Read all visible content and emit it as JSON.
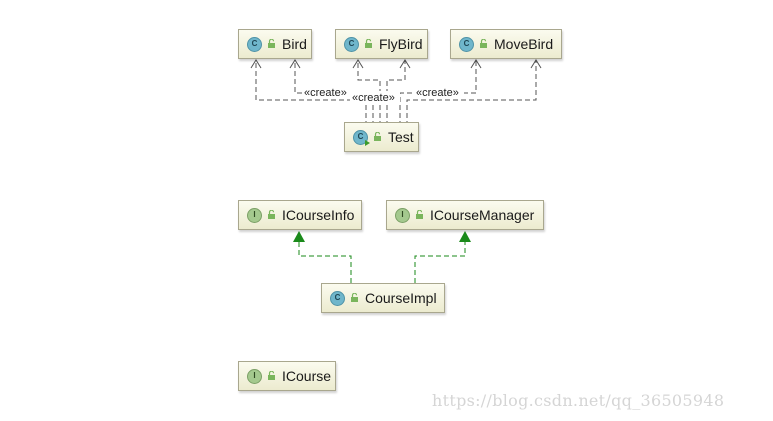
{
  "diagram": {
    "classes": {
      "bird": "Bird",
      "flybird": "FlyBird",
      "movebird": "MoveBird",
      "test": "Test",
      "icourseinfo": "ICourseInfo",
      "icoursemanager": "ICourseManager",
      "courseimpl": "CourseImpl",
      "icourse": "ICourse"
    },
    "icons": {
      "class": "C",
      "interface": "I"
    },
    "edges": {
      "create1": "«create»",
      "create2": "«create»",
      "create3": "«create»"
    },
    "colors": {
      "node_border": "#a9a78e",
      "implements_arrow": "#1a8a1a",
      "dependency_line": "#555555"
    }
  },
  "watermark": "https://blog.csdn.net/qq_36505948"
}
